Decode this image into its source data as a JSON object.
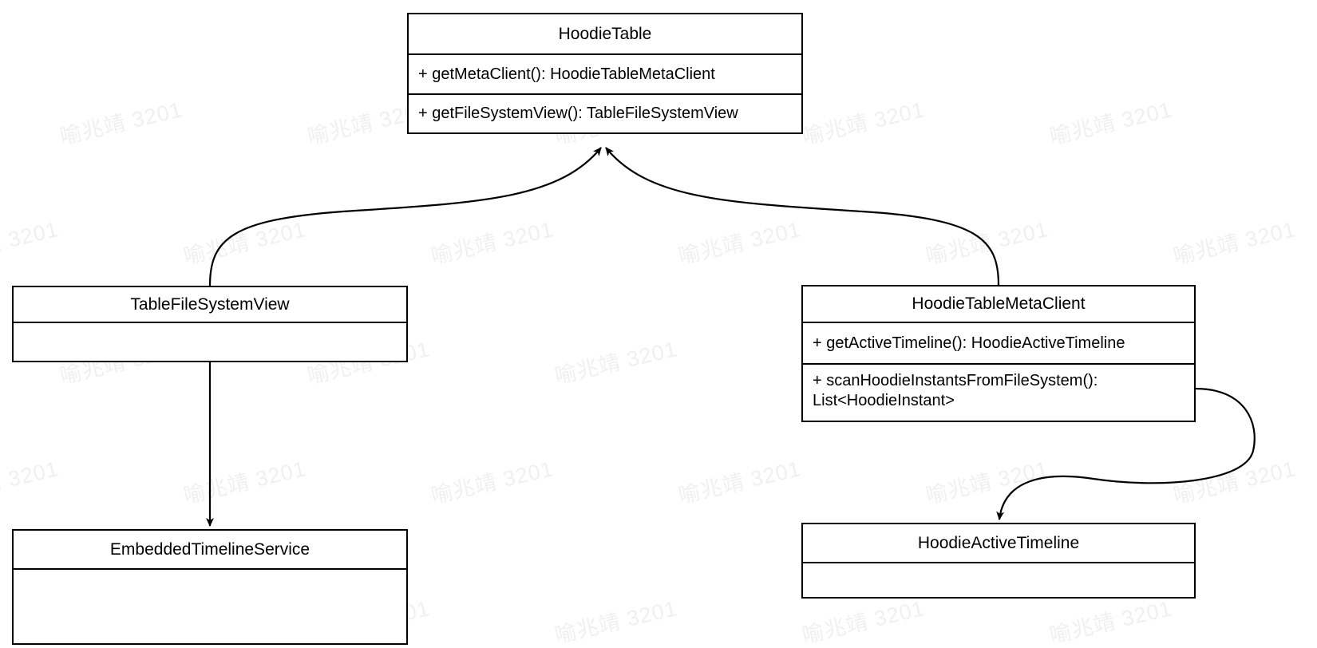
{
  "diagram": {
    "type": "uml-class-diagram",
    "background_color": "#ffffff",
    "line_color": "#000000",
    "text_color": "#000000"
  },
  "watermark": {
    "text": "喻兆靖 3201",
    "color": "#f0f0f0",
    "rotation_deg": -13
  },
  "classes": [
    {
      "id": "hoodietable",
      "name": "HoodieTable",
      "members": [
        "+ getMetaClient(): HoodieTableMetaClient",
        "+ getFileSystemView(): TableFileSystemView"
      ]
    },
    {
      "id": "tablefilesystemview",
      "name": "TableFileSystemView",
      "members": [
        ""
      ]
    },
    {
      "id": "hoodietablemetaclient",
      "name": "HoodieTableMetaClient",
      "members": [
        "+ getActiveTimeline(): HoodieActiveTimeline",
        "+ scanHoodieInstantsFromFileSystem():\nList<HoodieInstant>"
      ]
    },
    {
      "id": "embeddedtimelineservice",
      "name": "EmbeddedTimelineService",
      "members": [
        ""
      ]
    },
    {
      "id": "hoodieactivetimeline",
      "name": "HoodieActiveTimeline",
      "members": [
        ""
      ]
    }
  ],
  "connections": [
    {
      "id": "tablefilesystemview-to-hoodietable",
      "from": "TableFileSystemView",
      "to": "HoodieTable",
      "style": "curved",
      "arrowhead": "filled-open",
      "label": ""
    },
    {
      "id": "hoodietablemetaclient-to-hoodietable",
      "from": "HoodieTableMetaClient",
      "to": "HoodieTable",
      "style": "curved",
      "arrowhead": "filled-open",
      "label": ""
    },
    {
      "id": "tablefilesystemview-to-embeddedtimelineservice",
      "from": "TableFileSystemView",
      "to": "EmbeddedTimelineService",
      "style": "straight",
      "arrowhead": "filled-open",
      "label": ""
    },
    {
      "id": "hoodietablemetaclient-to-hoodieactivetimeline",
      "from": "HoodieTableMetaClient",
      "to": "HoodieActiveTimeline",
      "style": "curved-loop",
      "arrowhead": "filled-open",
      "label": ""
    }
  ]
}
